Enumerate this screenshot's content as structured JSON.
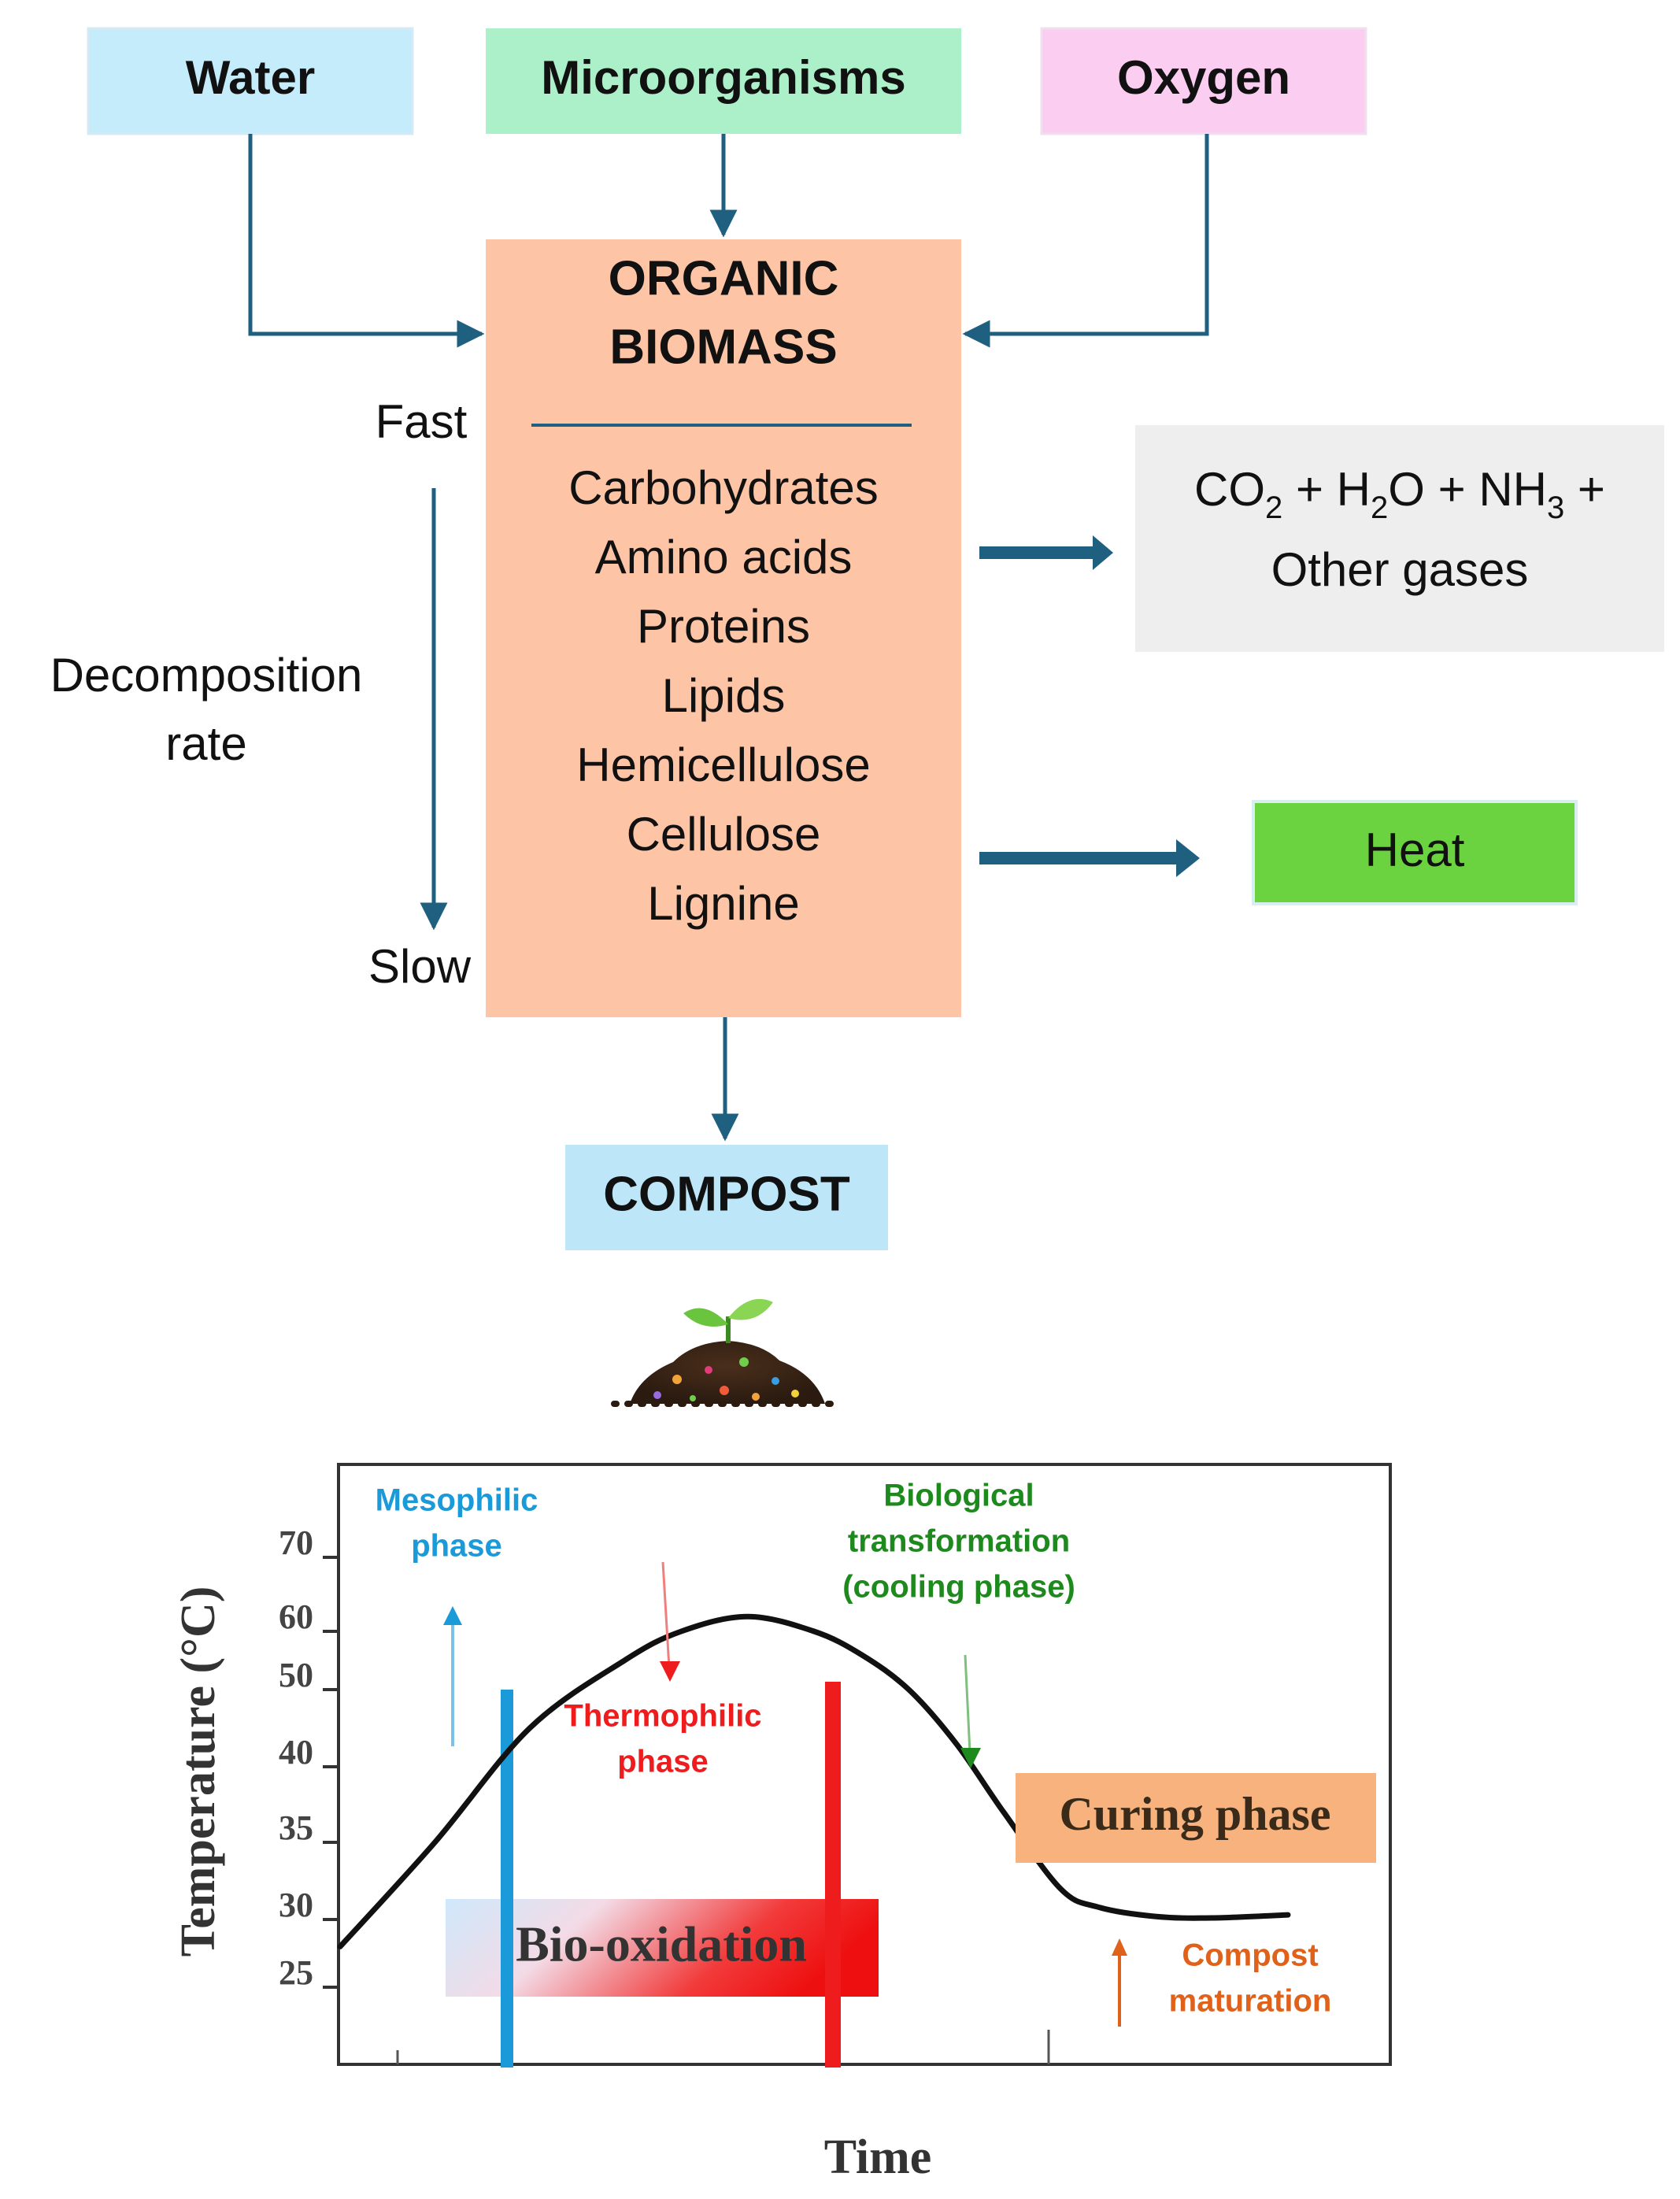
{
  "inputs": {
    "water": "Water",
    "microorganisms": "Microorganisms",
    "oxygen": "Oxygen"
  },
  "biomass": {
    "title_line1": "ORGANIC",
    "title_line2": "BIOMASS",
    "components": [
      "Carbohydrates",
      "Amino acids",
      "Proteins",
      "Lipids",
      "Hemicellulose",
      "Cellulose",
      "Lignine"
    ]
  },
  "rate": {
    "fast": "Fast",
    "slow": "Slow",
    "label_line1": "Decomposition",
    "label_line2": "rate"
  },
  "outputs": {
    "gases_co": "CO",
    "gases_sub2": "2",
    "gases_plus1": " + H",
    "gases_sub2b": "2",
    "gases_o_nh": "O + NH",
    "gases_sub3": "3",
    "gases_plus2": " +",
    "gases_line2": "Other gases",
    "heat": "Heat",
    "compost": "COMPOST"
  },
  "colors": {
    "water_box": "#c4ecfb",
    "micro_box": "#abf0c8",
    "oxygen_box": "#fbcdf1",
    "biomass_box": "#fdc4a6",
    "gases_box": "#eeeeee",
    "heat_box": "#6ad33f",
    "compost_box": "#bde7f8",
    "arrow": "#1f5f80",
    "mesophilic": "#1a9ad8",
    "thermophilic": "#ee1c1c",
    "biological": "#1e8a1e",
    "curing_box": "#f7b27d",
    "maturation": "#e0621a"
  },
  "chart_data": {
    "type": "line",
    "ylabel": "Temperature (°C)",
    "xlabel": "Time",
    "y_ticks": [
      70,
      60,
      50,
      40,
      35,
      30,
      25
    ],
    "x": [
      0,
      0.1,
      0.2,
      0.3,
      0.36,
      0.43,
      0.5,
      0.55,
      0.6,
      0.65,
      0.7,
      0.76,
      0.8,
      0.86,
      0.92,
      1.0
    ],
    "values": [
      28,
      35,
      45,
      55,
      60,
      62,
      60,
      56,
      50,
      43,
      37,
      32,
      30.8,
      30.2,
      30.1,
      30.3
    ],
    "annotations": {
      "mesophilic_line1": "Mesophilic",
      "mesophilic_line2": "phase",
      "thermophilic_line1": "Thermophilic",
      "thermophilic_line2": "phase",
      "biological_line1": "Biological",
      "biological_line2": "transformation",
      "biological_line3": "(cooling phase)",
      "curing": "Curing phase",
      "bio_oxidation": "Bio-oxidation",
      "maturation_line1": "Compost",
      "maturation_line2": "maturation"
    }
  }
}
